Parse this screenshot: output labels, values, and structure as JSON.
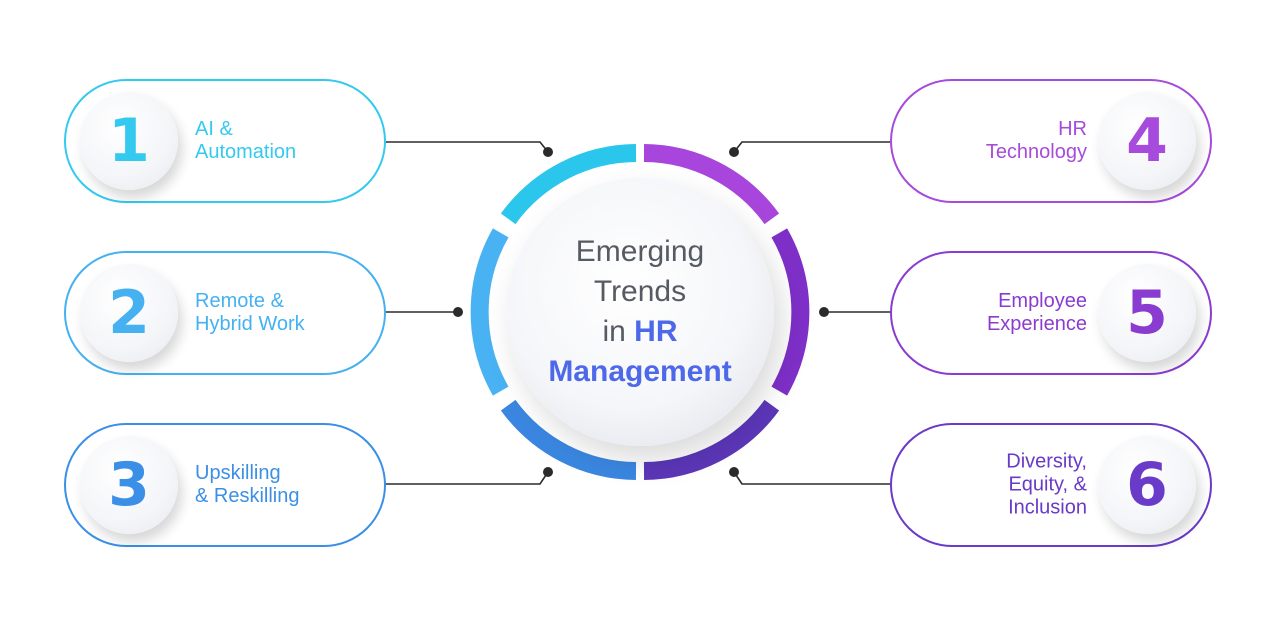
{
  "center": {
    "line1": "Emerging",
    "line2": "Trends",
    "line3_prefix": "in",
    "line3_accent": "HR",
    "line4": "Management"
  },
  "colors": {
    "accent_blue": "#4d68e8",
    "center_text": "#555a63",
    "item1": "#34c9ef",
    "item2": "#45b1f0",
    "item3": "#3b8fe6",
    "item4": "#a64bdb",
    "item5": "#8a3cd0",
    "item6": "#6a3ac8"
  },
  "items": [
    {
      "number": "1",
      "label": "AI &\nAutomation"
    },
    {
      "number": "2",
      "label": "Remote &\nHybrid Work"
    },
    {
      "number": "3",
      "label": "Upskilling\n& Reskilling"
    },
    {
      "number": "4",
      "label": "HR\nTechnology"
    },
    {
      "number": "5",
      "label": "Employee\nExperience"
    },
    {
      "number": "6",
      "label": "Diversity,\nEquity, &\nInclusion"
    }
  ]
}
